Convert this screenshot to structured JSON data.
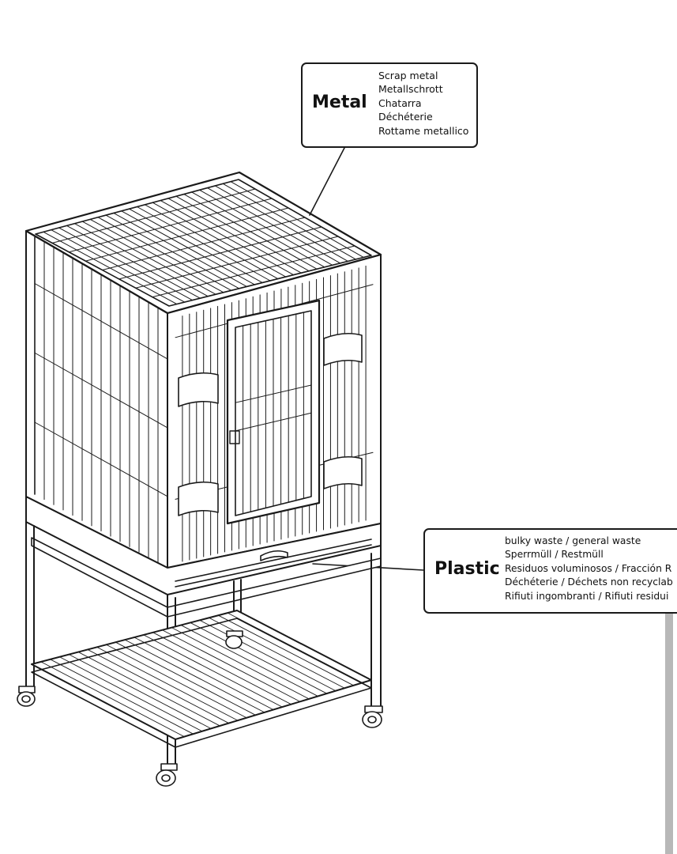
{
  "labels": {
    "metal": {
      "title": "Metal",
      "lines": [
        "Scrap metal",
        "Metallschrott",
        "Chatarra",
        "Déchéterie",
        "Rottame metallico"
      ]
    },
    "plastic": {
      "title": "Plastic",
      "lines": [
        "bulky waste / general waste",
        "Sperrmüll / Restmüll",
        "Residuos voluminosos / Fracción R",
        "Déchéterie / Déchets non recyclab",
        "Rifiuti ingombranti / Rifiuti residui"
      ]
    }
  },
  "colors": {
    "line": "#1a1a1a",
    "scrollbar": "#b8b8b8",
    "background": "#ffffff"
  },
  "illustration": "bird-cage-on-rolling-stand"
}
